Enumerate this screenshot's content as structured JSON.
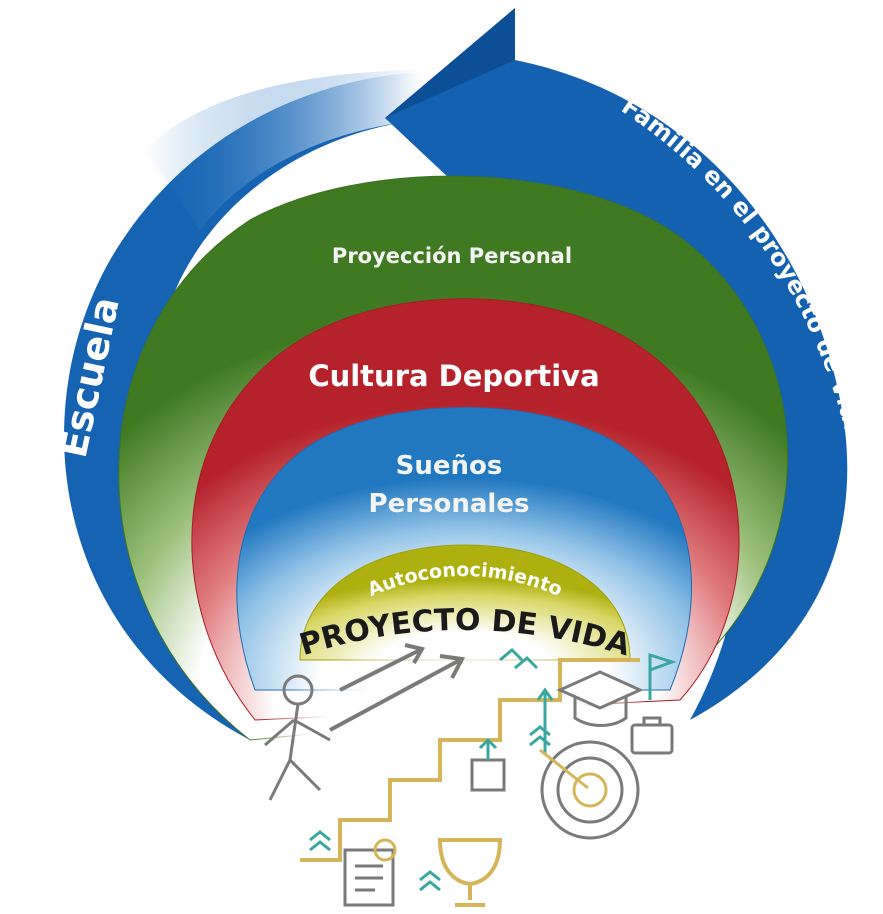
{
  "rings": {
    "outer_left_label": "Escuela",
    "outer_right_label": "Familia en el proyecto de Vida",
    "green_label": "Proyección Personal",
    "red_label": "Cultura Deportiva",
    "blue_label_line1": "Sueños",
    "blue_label_line2": "Personales",
    "yellow_label": "Autoconocimiento",
    "center_title": "PROYECTO DE VIDA"
  },
  "colors": {
    "outer_blue": "#1266b5",
    "green": "#4f8a2e",
    "red": "#c72f36",
    "inner_blue": "#2c82c9",
    "yellow": "#c3c21a",
    "label_light": "#f4f4f4",
    "title_dark": "#1a1a1a",
    "illustration_gold": "#d6b55a",
    "illustration_teal": "#3aa6a0",
    "illustration_gray": "#7a7a7a"
  },
  "icons": [
    "person-climbing-icon",
    "arrow-up-icon",
    "graduation-cap-icon",
    "target-icon",
    "trophy-icon",
    "document-icon",
    "briefcase-icon",
    "flag-icon",
    "stairs-icon"
  ]
}
